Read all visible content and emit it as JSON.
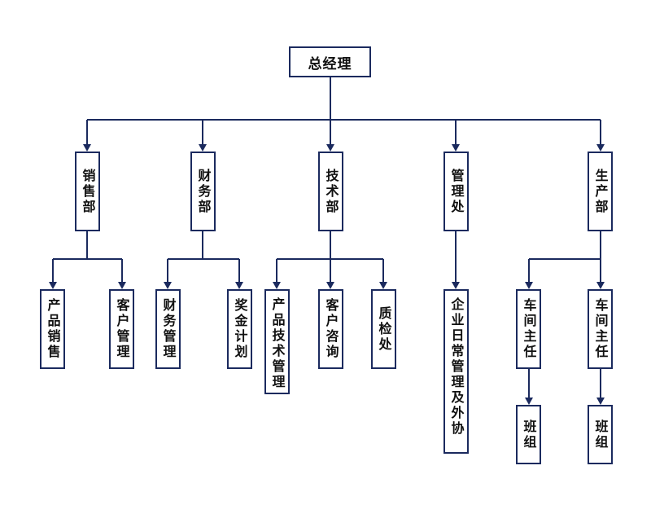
{
  "root": "总经理",
  "departments": [
    "销售部",
    "财务部",
    "技术部",
    "管理处",
    "生产部"
  ],
  "sales": [
    "产品销售",
    "客户管理"
  ],
  "finance": [
    "财务管理",
    "奖金计划"
  ],
  "tech": [
    "产品技术管理",
    "客户咨询",
    "质检处"
  ],
  "admin": [
    "企业日常管理及外协"
  ],
  "production": {
    "workshops": [
      "车间主任",
      "车间主任"
    ],
    "teams": [
      "班组",
      "班组"
    ]
  },
  "colors": {
    "line": "#1b2a5e",
    "border": "#1b2a5e"
  }
}
